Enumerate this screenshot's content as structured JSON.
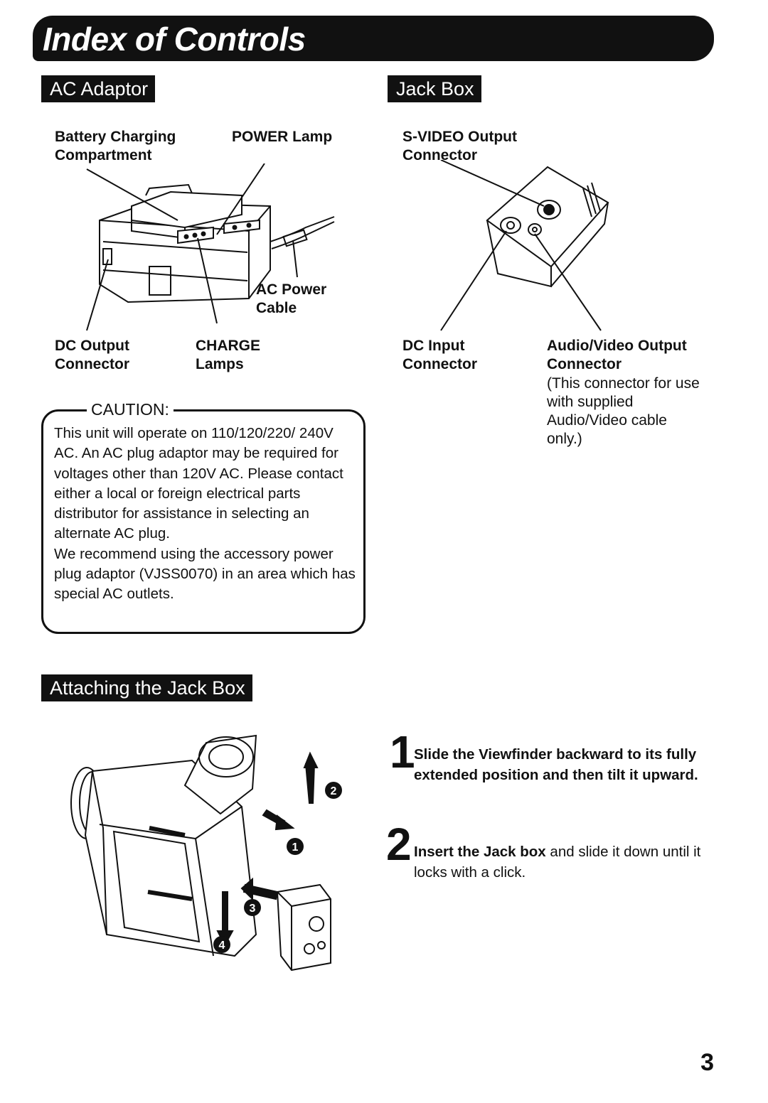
{
  "title": "Index of Controls",
  "ac_adaptor": {
    "heading": "AC Adaptor",
    "labels": {
      "battery": "Battery Charging Compartment",
      "power_lamp": "POWER Lamp",
      "ac_cable": "AC Power Cable",
      "dc_output": "DC Output Connector",
      "charge_lamps": "CHARGE Lamps"
    }
  },
  "caution": {
    "title": "CAUTION:",
    "text1": "This unit will operate on 110/120/220/ 240V AC. An AC plug adaptor may be required for voltages other than 120V AC. Please contact either a local or foreign electrical parts distributor for assistance in selecting an alternate AC plug.",
    "text2": "We recommend using the accessory power plug adaptor (VJSS0070) in an area which has special AC outlets."
  },
  "jack_box": {
    "heading": "Jack Box",
    "labels": {
      "svideo": "S-VIDEO Output Connector",
      "dc_input": "DC Input Connector",
      "av_output": "Audio/Video Output Connector",
      "av_note": "(This connector for use with supplied Audio/Video cable only.)"
    }
  },
  "attaching": {
    "heading": "Attaching the Jack Box",
    "markers": [
      "1",
      "2",
      "3",
      "4"
    ],
    "steps": [
      {
        "num": "1",
        "bold": "Slide the Viewfinder backward to its fully extended position and then tilt it upward.",
        "rest": ""
      },
      {
        "num": "2",
        "bold": "Insert the Jack box",
        "rest": " and slide it down until it locks with a click."
      }
    ]
  },
  "page_number": "3"
}
